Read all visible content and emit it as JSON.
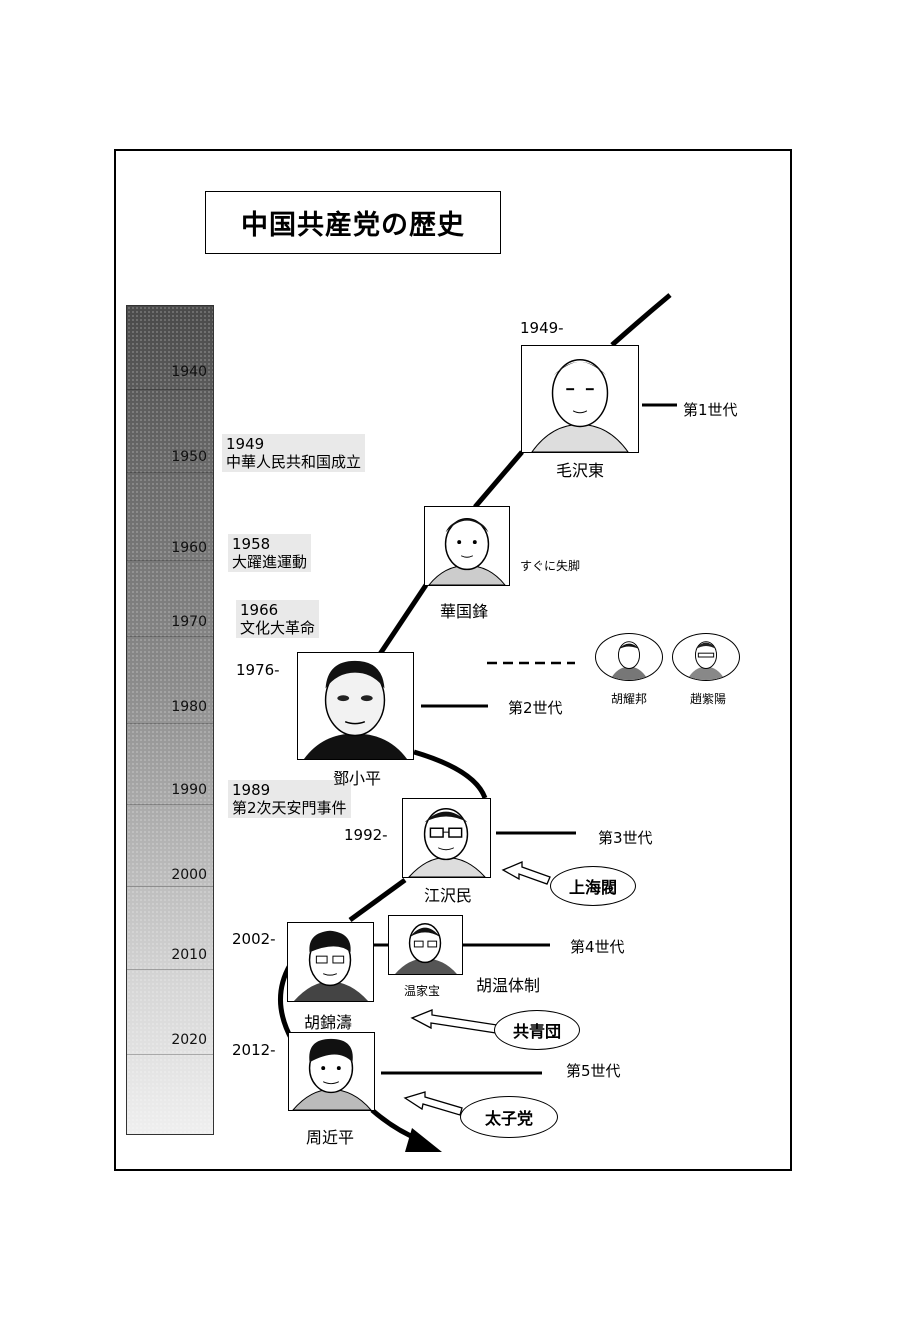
{
  "title": "中国共産党の歴史",
  "decades": [
    "1940",
    "1950",
    "1960",
    "1970",
    "1980",
    "1990",
    "2000",
    "2010",
    "2020"
  ],
  "events": [
    {
      "year": "1949",
      "text": "中華人民共和国成立"
    },
    {
      "year": "1958",
      "text": "大躍進運動"
    },
    {
      "year": "1966",
      "text": "文化大革命"
    },
    {
      "year": "1989",
      "text": "第2次天安門事件"
    }
  ],
  "leaders": {
    "mao": {
      "name": "毛沢東",
      "year": "1949-",
      "generation": "第1世代"
    },
    "hua": {
      "name": "華国鋒",
      "note": "すぐに失脚"
    },
    "deng": {
      "name": "鄧小平",
      "year": "1976-",
      "generation": "第2世代"
    },
    "hu_yaobang": {
      "name": "胡耀邦"
    },
    "zhao": {
      "name": "趙紫陽"
    },
    "jiang": {
      "name": "江沢民",
      "year": "1992-",
      "generation": "第3世代"
    },
    "hu": {
      "name": "胡錦濤",
      "year": "2002-",
      "generation": "第4世代"
    },
    "wen": {
      "name": "温家宝"
    },
    "xi": {
      "name": "周近平",
      "year": "2012-",
      "generation": "第5世代"
    }
  },
  "hu_wen": "胡温体制",
  "factions": {
    "shanghai": "上海閥",
    "youth": "共青団",
    "princeling": "太子党"
  }
}
